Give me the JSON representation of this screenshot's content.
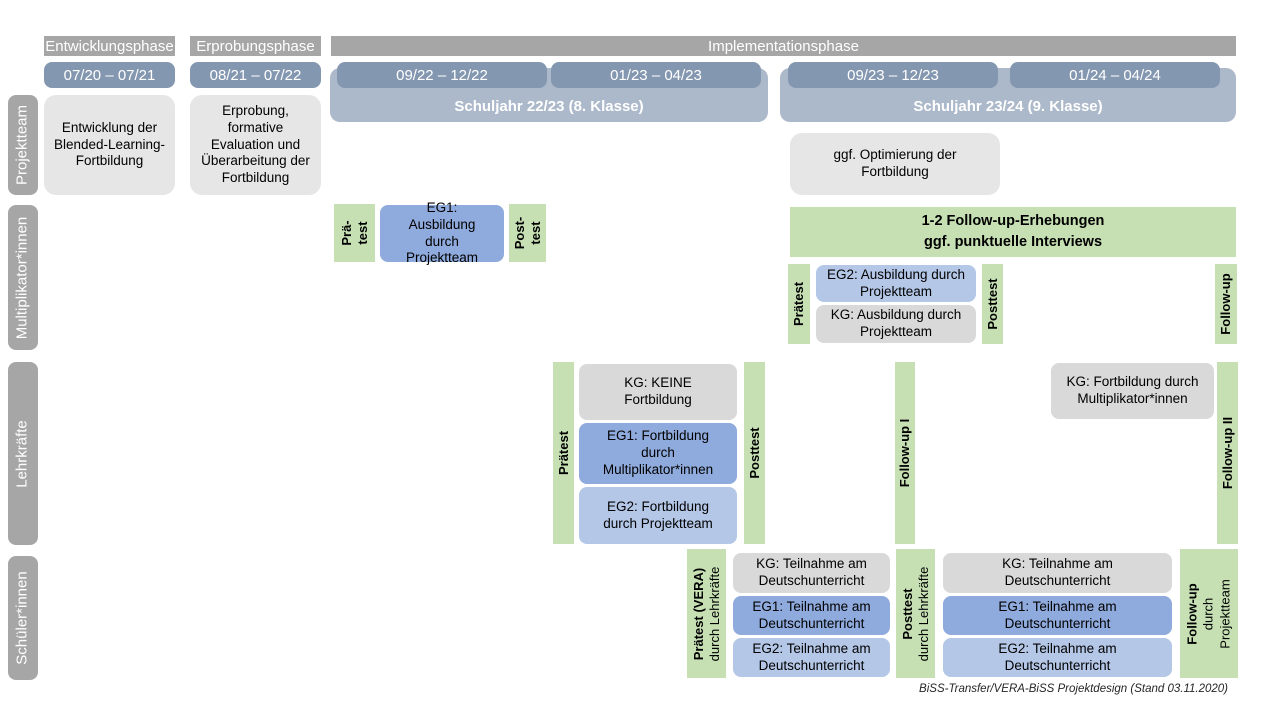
{
  "footer": "BiSS-Transfer/VERA-BiSS Projektdesign (Stand 03.11.2020)",
  "colors": {
    "phase_bar": "#a6a6a6",
    "row_label": "#a6a6a6",
    "date_bar": "#8497b0",
    "school_year_bar": "#acb9ca",
    "project_box": "#e7e6e6",
    "kg_box": "#d9d9d9",
    "eg1_box": "#8faadc",
    "eg2_box": "#b4c7e7",
    "test_bar_green": "#c6e0b4"
  },
  "phases": {
    "entwicklung": "Entwicklungsphase",
    "erprobung": "Erprobungsphase",
    "implementation": "Implementationsphase"
  },
  "dates": {
    "d1": "07/20 – 07/21",
    "d2": "08/21 – 07/22",
    "d3": "09/22 – 12/22",
    "d4": "01/23 – 04/23",
    "d5": "09/23 – 12/23",
    "d6": "01/24 – 04/24"
  },
  "school_years": {
    "sy1": "Schuljahr 22/23 (8. Klasse)",
    "sy2": "Schuljahr 23/24 (9. Klasse)"
  },
  "rows": {
    "projektteam": "Projektteam",
    "multiplikatoren": "Multiplikator*innen",
    "lehrkraefte": "Lehrkräfte",
    "schueler": "Schüler*innen"
  },
  "projektteam": {
    "entwicklung_box": "Entwicklung der Blended-Learning-Fortbildung",
    "erprobung_box": "Erprobung, formative Evaluation und Überarbeitung der Fortbildung",
    "optimierung_box": "ggf. Optimierung der Fortbildung"
  },
  "multiplikatoren": {
    "praetest_line1": "Prä-",
    "praetest_line2": "test",
    "eg1_box": "EG1: Ausbildung durch Projektteam",
    "posttest_line1": "Post-",
    "posttest_line2": "test",
    "banner_line1": "1-2 Follow-up-Erhebungen",
    "banner_line2": "ggf. punktuelle Interviews",
    "praetest2": "Prätest",
    "eg2_box": "EG2: Ausbildung durch Projektteam",
    "kg_box": "KG: Ausbildung durch Projektteam",
    "posttest2": "Posttest",
    "followup": "Follow-up"
  },
  "lehrkraefte": {
    "praetest": "Prätest",
    "kg_box": "KG: KEINE Fortbildung",
    "eg1_box": "EG1: Fortbildung durch Multiplikator*innen",
    "eg2_box": "EG2: Fortbildung durch Projektteam",
    "posttest": "Posttest",
    "followup1": "Follow-up I",
    "kg_box2": "KG: Fortbildung durch Multiplikator*innen",
    "followup2": "Follow-up II"
  },
  "schueler": {
    "praetest_line1": "Prätest (VERA)",
    "praetest_line2": "durch Lehrkräfte",
    "kg_box1": "KG: Teilnahme am Deutschunterricht",
    "eg1_box1": "EG1: Teilnahme am Deutschunterricht",
    "eg2_box1": "EG2: Teilnahme am Deutschunterricht",
    "posttest_line1": "Posttest",
    "posttest_line2": "durch Lehrkräfte",
    "kg_box2": "KG: Teilnahme am Deutschunterricht",
    "eg1_box2": "EG1: Teilnahme am Deutschunterricht",
    "eg2_box2": "EG2: Teilnahme am Deutschunterricht",
    "followup_line1": "Follow-up",
    "followup_line2": "durch",
    "followup_line3": "Projektteam"
  }
}
